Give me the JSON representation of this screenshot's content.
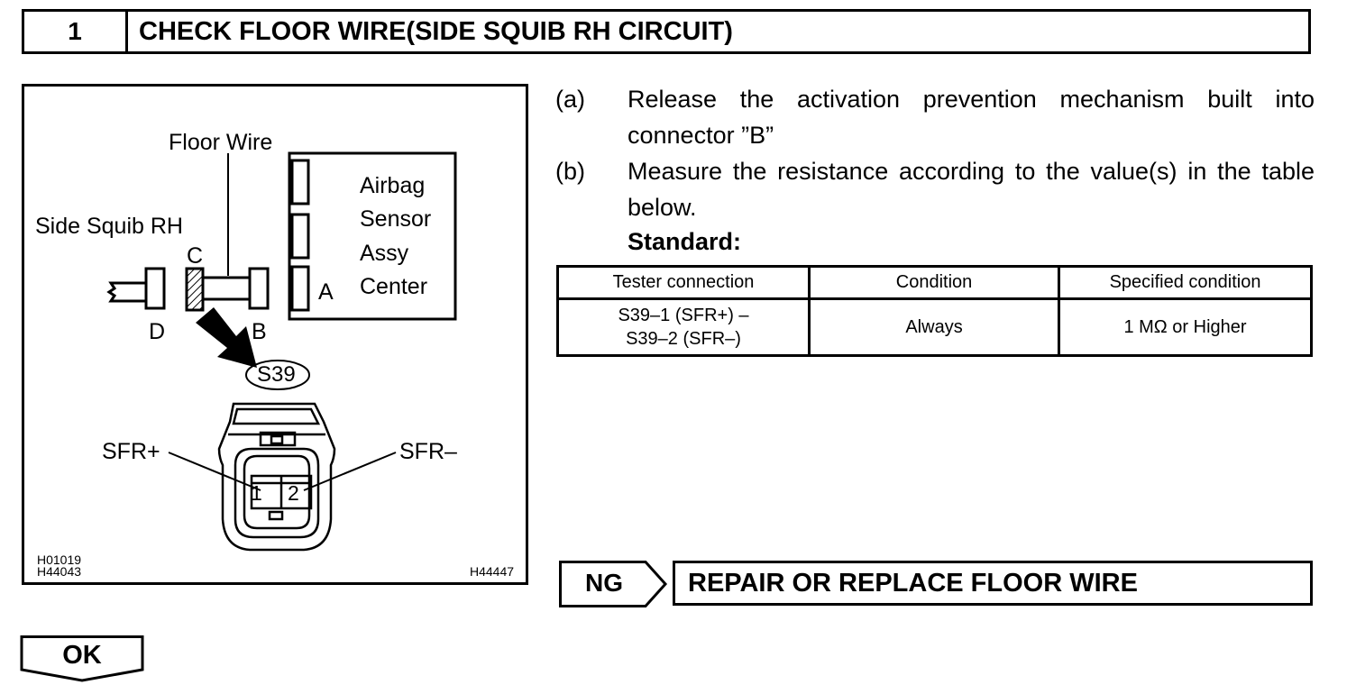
{
  "header": {
    "step_number": "1",
    "title": "CHECK FLOOR WIRE(SIDE SQUIB RH CIRCUIT)"
  },
  "figure": {
    "floor_wire_label": "Floor Wire",
    "sensor_line1": "Airbag",
    "sensor_line2": "Sensor",
    "sensor_line3": "Assy",
    "sensor_line4": "Center",
    "side_squib_label": "Side Squib RH",
    "conn_a": "A",
    "conn_b": "B",
    "conn_c": "C",
    "conn_d": "D",
    "connector_id": "S39",
    "pin_plus_label": "SFR+",
    "pin_minus_label": "SFR–",
    "pin1": "1",
    "pin2": "2",
    "code1": "H01019",
    "code2": "H44043",
    "code3": "H44447"
  },
  "instructions": [
    {
      "label": "(a)",
      "text": "Release the activation prevention mechanism built into connector ”B”"
    },
    {
      "label": "(b)",
      "text": "Measure the resistance according to the value(s) in the table below."
    }
  ],
  "standard_label": "Standard:",
  "table": {
    "headers": [
      "Tester connection",
      "Condition",
      "Specified condition"
    ],
    "row": {
      "connection_line1": "S39–1 (SFR+) –",
      "connection_line2": "S39–2 (SFR–)",
      "condition": "Always",
      "specified": "1 MΩ or Higher"
    }
  },
  "ng": {
    "label": "NG",
    "action": "REPAIR OR REPLACE FLOOR WIRE"
  },
  "ok": {
    "label": "OK"
  }
}
